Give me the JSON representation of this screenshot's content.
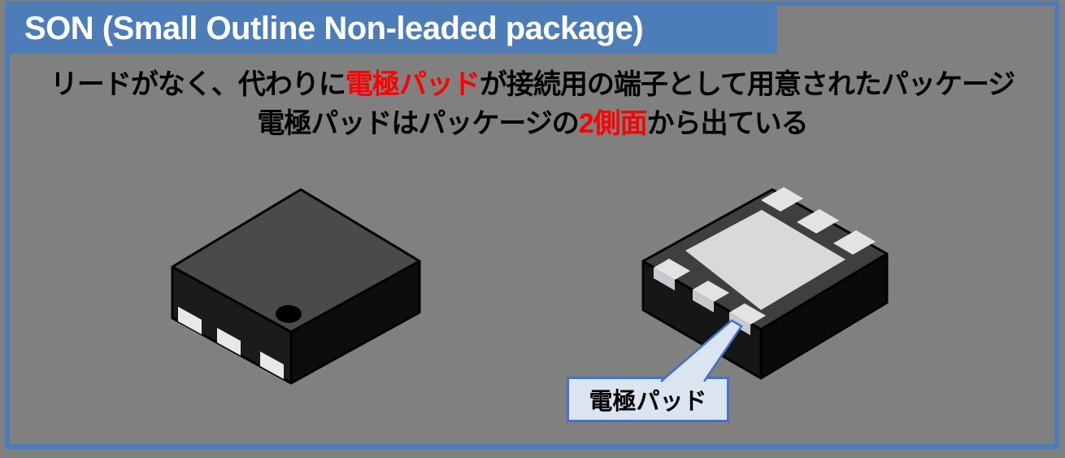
{
  "slide": {
    "background_color": "#808080",
    "frame_border_color": "#4d7db8"
  },
  "header": {
    "title": "SON (Small Outline Non-leaded package)",
    "background_color": "#4d7db8",
    "text_color": "#ffffff"
  },
  "description": {
    "highlight_color": "#ff0000",
    "line1": {
      "pre": "リードがなく、代わりに",
      "highlight": "電極パッド",
      "post": "が接続用の端子として用意されたパッケージ"
    },
    "line2": {
      "pre": "電極パッドはパッケージの",
      "highlight": "2側面",
      "post": "から出ている"
    }
  },
  "illustrations": {
    "left_package": {
      "view": "top view",
      "top_face_color": "#4a4a4a",
      "left_face_color": "#1b1b1b",
      "right_face_color": "#0d0d0d",
      "pad_color": "#e8e8e8",
      "pin1_dot_color": "#000000",
      "visible_pad_count": "3"
    },
    "right_package": {
      "view": "bottom view",
      "bottom_face_color": "#3f3f3f",
      "left_face_color": "#161616",
      "right_face_color": "#0a0a0a",
      "die_pad_color": "#d9d9d9",
      "pad_color": "#e3e3e3",
      "pad_fold_color": "#c6cacf",
      "visible_pad_count": "6"
    },
    "callout": {
      "label": "電極パッド",
      "box_fill": "#dbe5f1",
      "box_border_color": "#4472c4"
    }
  }
}
